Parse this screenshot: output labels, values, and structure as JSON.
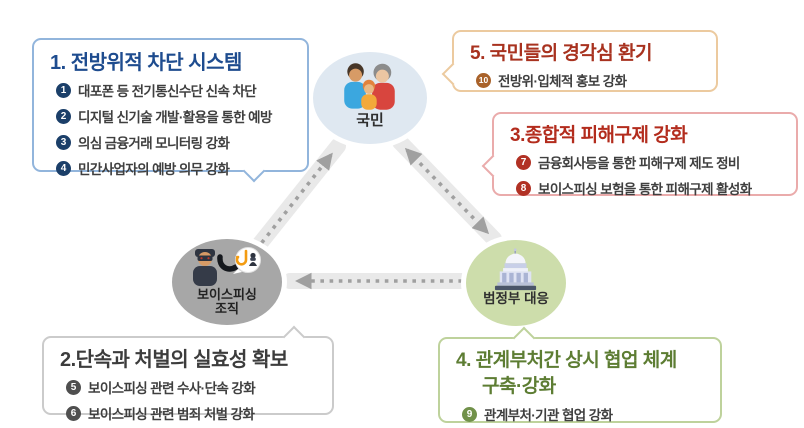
{
  "nodes": {
    "citizens": {
      "label": "국민",
      "color": "#dfe8f1",
      "icon": "family-icon"
    },
    "phishing_org": {
      "label_line1": "보이스피싱",
      "label_line2": "조직",
      "color": "#a7a7a7",
      "icon": "thief-phone-icon"
    },
    "government": {
      "label": "범정부 대응",
      "color": "#cdddab",
      "icon": "government-building-icon"
    }
  },
  "boxes": {
    "blocking_system": {
      "title": "1. 전방위적 차단 시스템",
      "accent_color": "#1e4c8f",
      "border_color": "#92b5dc",
      "items": [
        {
          "num": "1",
          "text": "대포폰 등 전기통신수단 신속 차단"
        },
        {
          "num": "2",
          "text": "디지털 신기술 개발·활용을 통한 예방"
        },
        {
          "num": "3",
          "text": "의심 금융거래 모니터링 강화"
        },
        {
          "num": "4",
          "text": "민간사업자의 예방 의무 강화"
        }
      ]
    },
    "enforcement": {
      "title": "2.단속과 처벌의 실효성 확보",
      "accent_color": "#3c3c3c",
      "border_color": "#cbcbcb",
      "items": [
        {
          "num": "5",
          "text": "보이스피싱 관련 수사·단속 강화"
        },
        {
          "num": "6",
          "text": "보이스피싱 관련 범죄 처벌 강화"
        }
      ]
    },
    "victim_relief": {
      "title": "3.종합적 피해구제 강화",
      "accent_color": "#b32c1d",
      "border_color": "#eaabab",
      "items": [
        {
          "num": "7",
          "text": "금융회사등을 통한 피해구제 제도 정비"
        },
        {
          "num": "8",
          "text": "보이스피싱 보험을 통한 피해구제 활성화"
        }
      ]
    },
    "cooperation": {
      "title": "4. 관계부처간 상시 협업 체계",
      "title_line2": "구축·강화",
      "accent_color": "#5d7d33",
      "border_color": "#bed29c",
      "items": [
        {
          "num": "9",
          "text": "관계부처·기관 협업 강화"
        }
      ]
    },
    "awareness": {
      "title": "5. 국민들의 경각심 환기",
      "accent_color": "#a8321f",
      "border_color": "#ecca9f",
      "items": [
        {
          "num": "10",
          "text": "전방위·입체적 홍보 강화"
        }
      ]
    }
  },
  "arrows": {
    "color_band": "#e9e9e9",
    "color_dots": "#a0a0a0",
    "phishing_to_citizens": "single",
    "citizens_government": "double",
    "government_to_phishing": "single"
  }
}
